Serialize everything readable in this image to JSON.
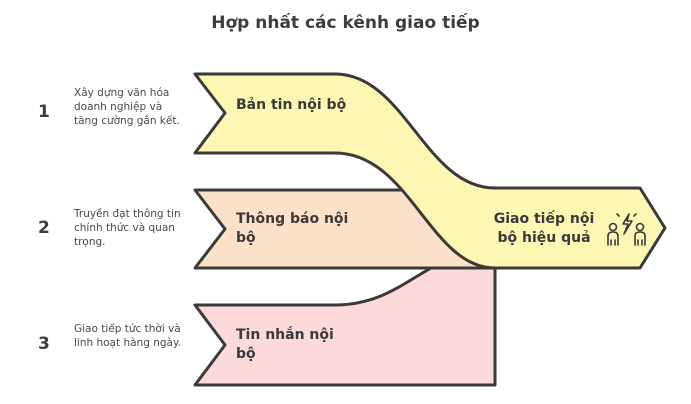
{
  "title": "Hợp nhất các kênh giao tiếp",
  "colors": {
    "yellow": "#fdf7b3",
    "orange": "#fde0c8",
    "pink": "#fddada",
    "stroke": "#3a3a3a"
  },
  "items": [
    {
      "number": "1",
      "label": "Bản tin nội bộ",
      "description": "Xây dựng văn hóa doanh nghiệp và tăng cường gắn kết."
    },
    {
      "number": "2",
      "label": "Thông báo nội bộ",
      "description": "Truyền đạt thông tin chính thức và quan trọng."
    },
    {
      "number": "3",
      "label": "Tin nhắn nội bộ",
      "description": "Giao tiếp tức thời và linh hoạt hàng ngày."
    }
  ],
  "result": {
    "label": "Giao tiếp nội bộ hiệu quả",
    "icon": "people-communicating-icon"
  }
}
